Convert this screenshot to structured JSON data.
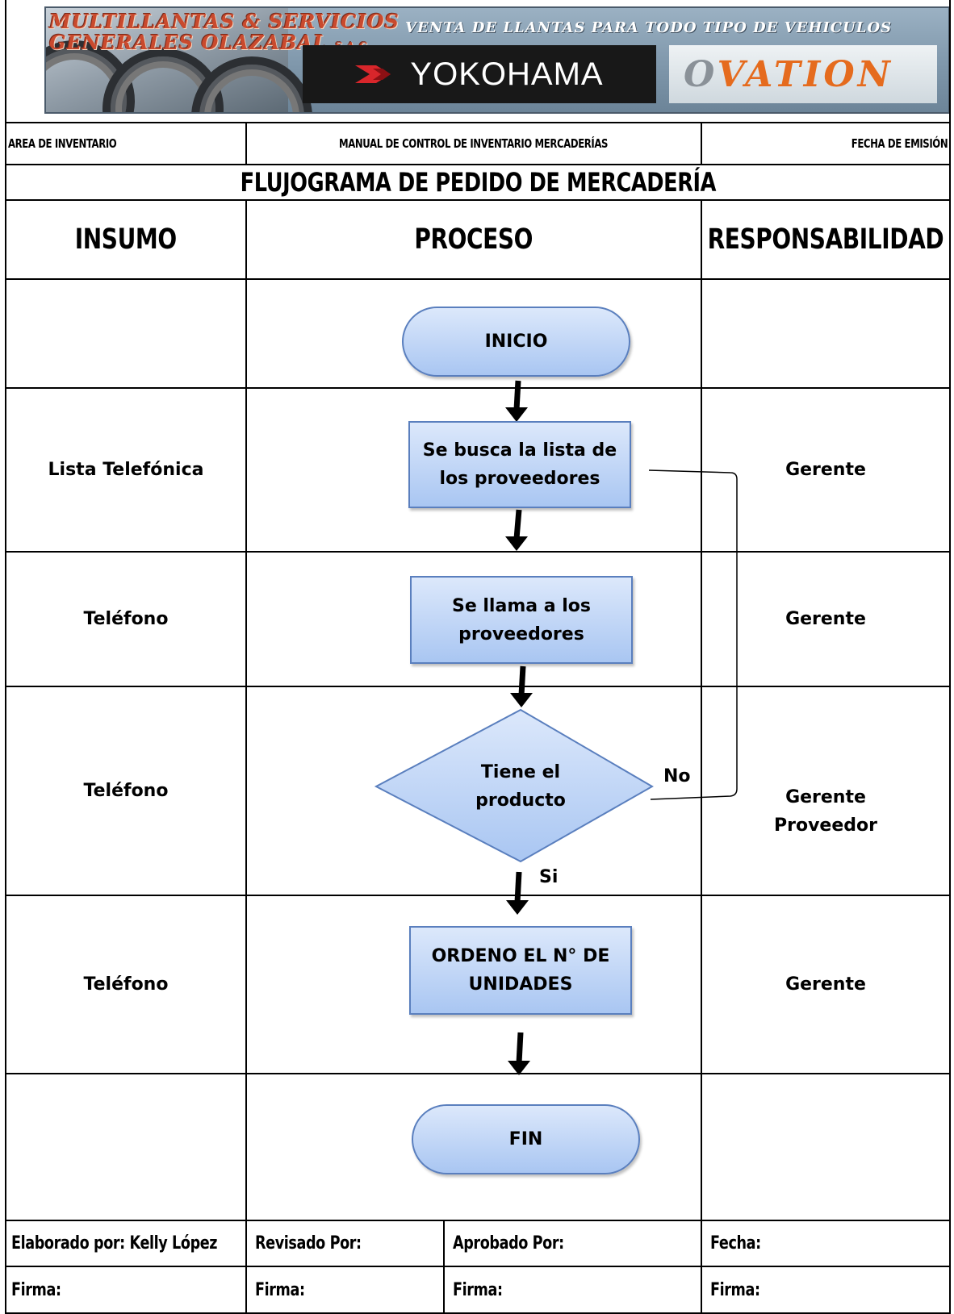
{
  "banner": {
    "company_line1": "MULTILLANTAS & SERVICIOS",
    "company_line2": "GENERALES OLAZABAL",
    "company_suffix": "S.A.C.",
    "slogan": "VENTA DE LLANTAS PARA TODO TIPO DE VEHICULOS",
    "brand_yokohama": "YOKOHAMA",
    "brand_ovation": "OVATION"
  },
  "header": {
    "area": "AREA DE INVENTARIO",
    "manual": "MANUAL DE CONTROL DE INVENTARIO MERCADERÍAS",
    "fecha_emision": "FECHA DE EMISIÓN",
    "title": "FLUJOGRAMA DE PEDIDO DE MERCADERÍA"
  },
  "columns": {
    "insumo": "INSUMO",
    "proceso": "PROCESO",
    "responsabilidad": "RESPONSABILIDAD"
  },
  "rows": [
    {
      "insumo": "",
      "responsabilidad": ""
    },
    {
      "insumo": "Lista Telefónica",
      "responsabilidad": "Gerente"
    },
    {
      "insumo": "Teléfono",
      "responsabilidad": "Gerente"
    },
    {
      "insumo": "Teléfono",
      "responsabilidad": "Gerente\nProveedor"
    },
    {
      "insumo": "Teléfono",
      "responsabilidad": "Gerente"
    },
    {
      "insumo": "",
      "responsabilidad": ""
    }
  ],
  "flow": {
    "start": "INICIO",
    "step1": "Se busca la lista de\nlos proveedores",
    "step2": "Se llama a los\nproveedores",
    "decision": "Tiene el\nproducto",
    "label_no": "No",
    "label_si": "Si",
    "step3": "ORDENO EL N° DE\nUNIDADES",
    "end": "FIN"
  },
  "footer": {
    "elaborado": "Elaborado por: Kelly López",
    "revisado": "Revisado Por:",
    "aprobado": "Aprobado Por:",
    "fecha": "Fecha:",
    "firma1": "Firma:",
    "firma2": "Firma:",
    "firma3": "Firma:",
    "firma4": "Firma:"
  },
  "colors": {
    "shape_fill_top": "#dce8fb",
    "shape_fill_bottom": "#a9c6f2",
    "shape_border": "#5a7fbe",
    "arrow": "#000000"
  }
}
